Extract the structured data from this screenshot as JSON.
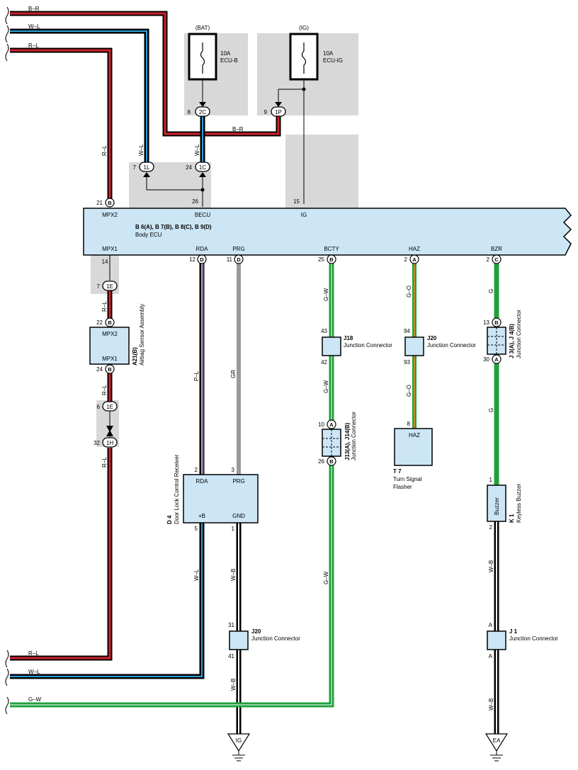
{
  "fuses": {
    "bat": {
      "source": "(BAT)",
      "rating": "10A",
      "name": "ECU-B"
    },
    "ig": {
      "source": "(IG)",
      "rating": "10A",
      "name": "ECU-IG"
    }
  },
  "wires": {
    "b_r": "B–R",
    "w_l": "W–L",
    "r_l": "R–L",
    "p_l": "P–L",
    "gr": "GR",
    "g_w": "G–W",
    "g_o": "G–O",
    "g": "G",
    "w_b": "W–B"
  },
  "connectors": {
    "c2C": {
      "id": "2C",
      "pin": "8"
    },
    "c1P": {
      "id": "1P",
      "pin": "9"
    },
    "c1L": {
      "id": "1L",
      "pin": "7"
    },
    "c1C": {
      "id": "1C",
      "pin": "24"
    },
    "c1E_top": {
      "id": "1E",
      "pin": "7"
    },
    "c1E_bot": {
      "id": "1E",
      "pin": "6"
    },
    "c1H": {
      "id": "1H",
      "pin": "32"
    },
    "becu_pin": "26",
    "ig_pin": "15",
    "mpx1_pin": "14"
  },
  "body_ecu": {
    "codes": "B 6(A), B 7(B), B 8(C), B 9(D)",
    "name": "Body ECU",
    "top_terms": [
      {
        "label": "MPX2",
        "pin": "21",
        "letter": "B"
      },
      {
        "label": "BECU"
      },
      {
        "label": "IG"
      }
    ],
    "bottom_terms": [
      {
        "label": "MPX1"
      },
      {
        "label": "RDA",
        "pin": "12",
        "letter": "D"
      },
      {
        "label": "PRG",
        "pin": "11",
        "letter": "D"
      },
      {
        "label": "BCTY",
        "pin": "25",
        "letter": "B"
      },
      {
        "label": "HAZ",
        "pin": "2",
        "letter": "A"
      },
      {
        "label": "BZR",
        "pin": "2",
        "letter": "C"
      }
    ]
  },
  "airbag": {
    "code": "A21(B)",
    "name": "Airbag Sensor Assembly",
    "mpx2": "MPX2",
    "mpx1": "MPX1",
    "pin_top": "22",
    "pin_bot": "24",
    "letter": "B"
  },
  "door_lock": {
    "code": "D 4",
    "name": "Door Lock Control Receiver",
    "rda": "RDA",
    "prg": "PRG",
    "plus_b": "+B",
    "gnd": "GND",
    "pin_rda": "2",
    "pin_prg": "3",
    "pin_b": "5",
    "pin_gnd": "1"
  },
  "j18": {
    "code": "J18",
    "name": "Junction Connector",
    "pin_top": "43",
    "pin_bot": "42"
  },
  "j20_haz": {
    "code": "J20",
    "name": "Junction Connector",
    "pin_top": "94",
    "pin_bot": "93"
  },
  "j13": {
    "code": "J13(A), J14(B)",
    "name": "Junction Connector",
    "pin_top": "10",
    "letter_top": "A",
    "pin_bot": "26",
    "letter_bot": "B"
  },
  "j3": {
    "code": "J 3(A), J 4(B)",
    "name": "Junction Connector",
    "pin_top": "13",
    "letter_top": "B",
    "pin_bot": "30",
    "letter_bot": "A"
  },
  "flasher": {
    "code": "T 7",
    "name1": "Turn Signal",
    "name2": "Flasher",
    "haz": "HAZ",
    "pin": "8"
  },
  "buzzer": {
    "code": "K 1",
    "name": "Keyless Buzzer",
    "label": "Buzzer",
    "pin_top": "1",
    "pin_bot": "2"
  },
  "j20_gnd": {
    "code": "J20",
    "name": "Junction Connector",
    "pin_top": "31",
    "pin_bot": "41"
  },
  "j1": {
    "code": "J 1",
    "name": "Junction Connector",
    "pin_top": "A",
    "pin_bot": "A"
  },
  "grounds": {
    "ig": "IG",
    "ea": "EA"
  },
  "colors": {
    "red": "#d2232a",
    "blue": "#2aa0d8",
    "green": "#22a03c",
    "gray": "#999999",
    "pink": "#e08ab8",
    "orange": "#f08a1c",
    "box_fill": "#cce6f6",
    "shade": "#d8d8d8"
  }
}
